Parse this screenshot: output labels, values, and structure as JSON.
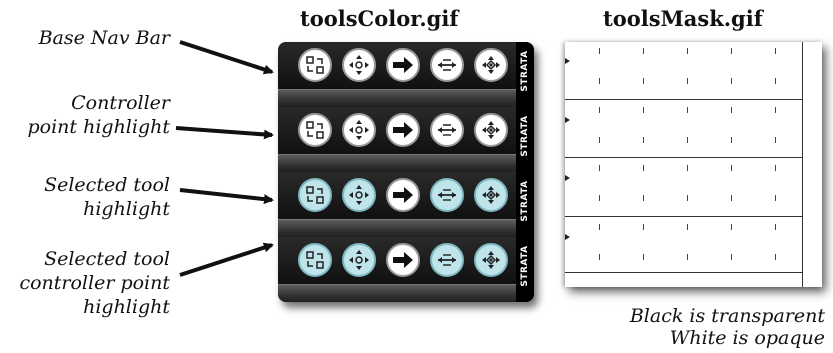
{
  "titles": {
    "color": "toolsColor.gif",
    "mask": "toolsMask.gif"
  },
  "labels": [
    [
      "Base Nav Bar"
    ],
    [
      "Controller",
      "point highlight"
    ],
    [
      "Selected tool",
      "highlight"
    ],
    [
      "Selected tool",
      "controller point",
      "highlight"
    ]
  ],
  "strata_text": "STRATA",
  "notes": [
    "Black is transparent",
    "White is opaque"
  ],
  "colors": {
    "highlight": "#bfe4ea",
    "panel": "#1a1a1a",
    "mask_bg": "#ffffff"
  },
  "rows": [
    {
      "name": "base",
      "selected": [
        false,
        false,
        false,
        false,
        false
      ]
    },
    {
      "name": "controller-point-highlight",
      "selected": [
        false,
        false,
        false,
        false,
        false
      ]
    },
    {
      "name": "selected-tool-highlight",
      "selected": [
        true,
        true,
        false,
        true,
        true
      ]
    },
    {
      "name": "selected-tool-controller-point-highlight",
      "selected": [
        true,
        true,
        false,
        true,
        true
      ]
    }
  ],
  "tool_icons": [
    "rotate-icon",
    "move-icon",
    "arrow-icon",
    "scale-icon",
    "pan-icon"
  ]
}
